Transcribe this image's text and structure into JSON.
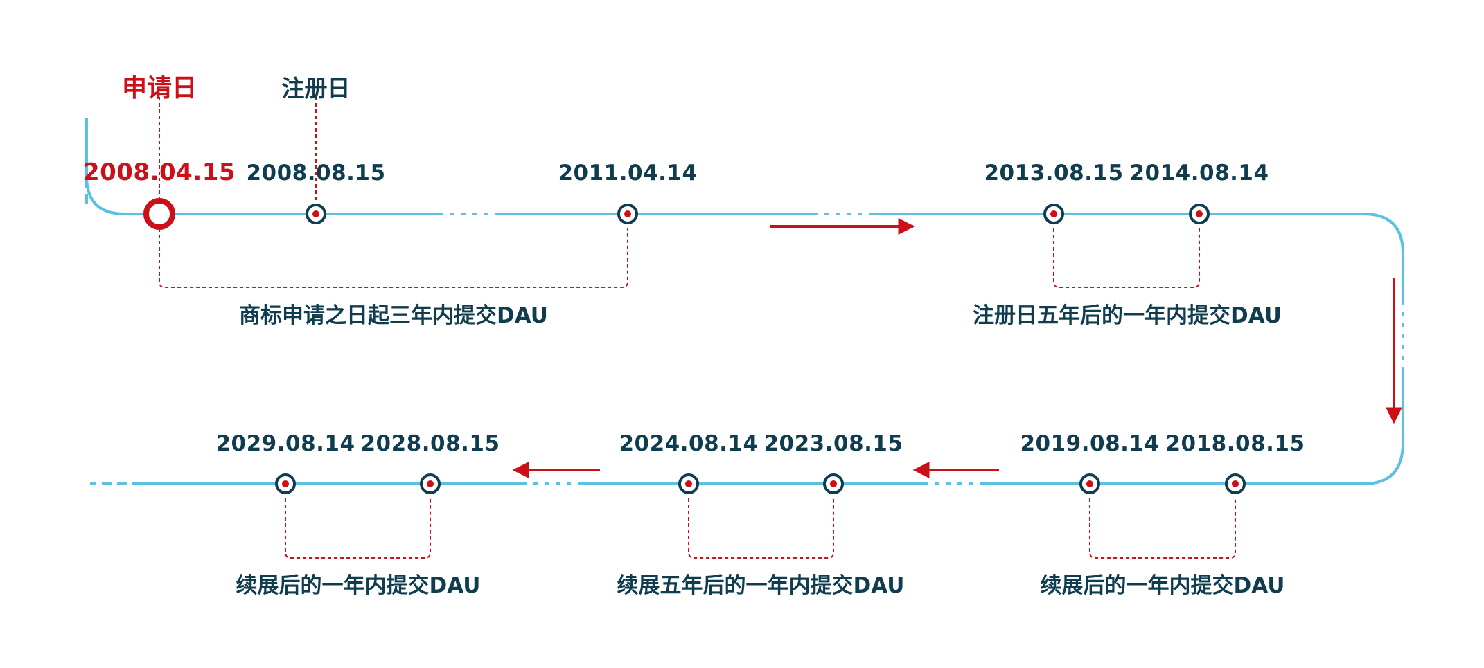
{
  "colors": {
    "track": "#5bc0e4",
    "accent_red": "#cc1018",
    "text_dark": "#0f3d4f"
  },
  "headers": {
    "application_day": "申请日",
    "registration_day": "注册日"
  },
  "row1": {
    "dates": [
      "2008.04.15",
      "2008.08.15",
      "2011.04.14",
      "2013.08.15",
      "2014.08.14"
    ],
    "descriptions": [
      "商标申请之日起三年内提交DAU",
      "注册日五年后的一年内提交DAU"
    ]
  },
  "row2": {
    "dates": [
      "2029.08.14",
      "2028.08.15",
      "2024.08.14",
      "2023.08.15",
      "2019.08.14",
      "2018.08.15"
    ],
    "descriptions": [
      "续展后的一年内提交DAU",
      "续展五年后的一年内提交DAU",
      "续展后的一年内提交DAU"
    ]
  }
}
